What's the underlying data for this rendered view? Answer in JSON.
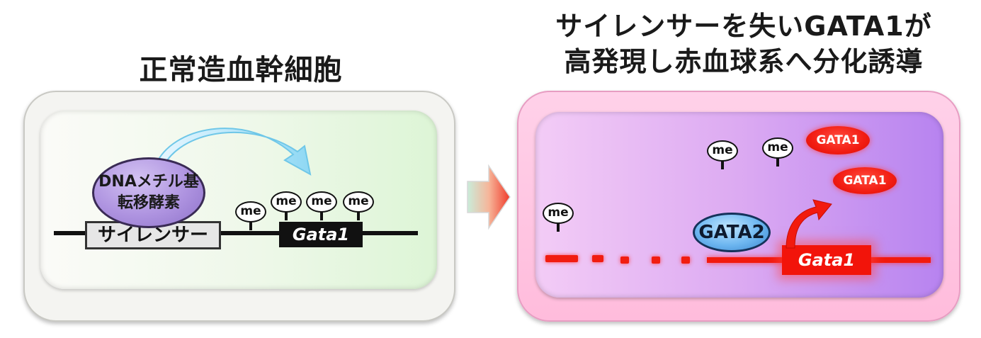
{
  "left_panel": {
    "title": "正常造血幹細胞",
    "enzyme_line1": "DNAメチル基",
    "enzyme_line2": "転移酵素",
    "silencer": "サイレンサー",
    "gene": "Gata1",
    "me_label": "me"
  },
  "right_panel": {
    "title_line1": "サイレンサーを失いGATA1が",
    "title_line2": "高発現し赤血球系へ分化誘導",
    "gata1": "GATA1",
    "gata2": "GATA2",
    "gene": "Gata1",
    "me_label": "me"
  },
  "colors": {
    "left_inner": "#ddf5d6",
    "right_outer": "#ffbcdc",
    "right_inner": "#b783f0",
    "enzyme": "#ae93e0",
    "gata1": "#f21c12",
    "gata2": "#6db6f0",
    "transition_arrow": "#f03a2a"
  }
}
